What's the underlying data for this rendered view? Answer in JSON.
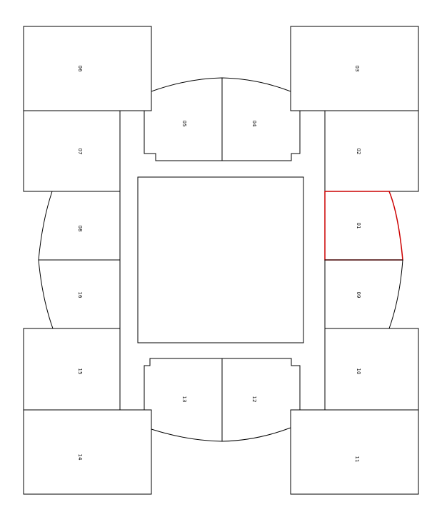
{
  "floor_plan": {
    "rooms": [
      {
        "id": "01",
        "label": "01",
        "selected": true
      },
      {
        "id": "02",
        "label": "02",
        "selected": false
      },
      {
        "id": "03",
        "label": "03",
        "selected": false
      },
      {
        "id": "04",
        "label": "04",
        "selected": false
      },
      {
        "id": "05",
        "label": "05",
        "selected": false
      },
      {
        "id": "06",
        "label": "06",
        "selected": false
      },
      {
        "id": "07",
        "label": "07",
        "selected": false
      },
      {
        "id": "08",
        "label": "08",
        "selected": false
      },
      {
        "id": "09",
        "label": "09",
        "selected": false
      },
      {
        "id": "10",
        "label": "10",
        "selected": false
      },
      {
        "id": "11",
        "label": "11",
        "selected": false
      },
      {
        "id": "12",
        "label": "12",
        "selected": false
      },
      {
        "id": "13",
        "label": "13",
        "selected": false
      },
      {
        "id": "14",
        "label": "14",
        "selected": false
      },
      {
        "id": "15",
        "label": "15",
        "selected": false
      },
      {
        "id": "16",
        "label": "16",
        "selected": false
      }
    ],
    "colors": {
      "outline": "#000000",
      "selected": "#cc0000",
      "background": "#ffffff"
    }
  }
}
